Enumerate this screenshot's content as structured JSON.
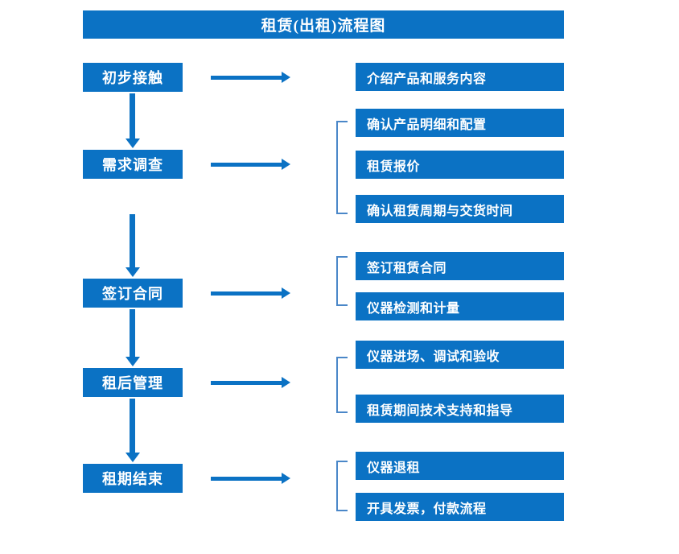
{
  "title": "租赁(出租)流程图",
  "colors": {
    "box_blue": "#0B72C4",
    "bracket_blue": "#4A87C8",
    "text_white": "#FFFFFF",
    "background": "#FFFFFF"
  },
  "stages": [
    {
      "label": "初步接触"
    },
    {
      "label": "需求调查"
    },
    {
      "label": "签订合同"
    },
    {
      "label": "租后管理"
    },
    {
      "label": "租期结束"
    }
  ],
  "details": [
    {
      "label": "介绍产品和服务内容"
    },
    {
      "label": "确认产品明细和配置"
    },
    {
      "label": "租赁报价"
    },
    {
      "label": "确认租赁周期与交货时间"
    },
    {
      "label": "签订租赁合同"
    },
    {
      "label": "仪器检测和计量"
    },
    {
      "label": "仪器进场、调试和验收"
    },
    {
      "label": "租赁期间技术支持和指导"
    },
    {
      "label": "仪器退租"
    },
    {
      "label": "开具发票，付款流程"
    }
  ],
  "groups": [
    {
      "stage": "初步接触",
      "detail_labels": [
        "介绍产品和服务内容"
      ],
      "bracket": false
    },
    {
      "stage": "需求调查",
      "detail_labels": [
        "确认产品明细和配置",
        "租赁报价",
        "确认租赁周期与交货时间"
      ],
      "bracket": true
    },
    {
      "stage": "签订合同",
      "detail_labels": [
        "签订租赁合同",
        "仪器检测和计量"
      ],
      "bracket": true
    },
    {
      "stage": "租后管理",
      "detail_labels": [
        "仪器进场、调试和验收",
        "租赁期间技术支持和指导"
      ],
      "bracket": true
    },
    {
      "stage": "租期结束",
      "detail_labels": [
        "仪器退租",
        "开具发票，付款流程"
      ],
      "bracket": true
    }
  ],
  "flow_arrows": {
    "vertical_count": 4,
    "horizontal_count": 5,
    "direction_vertical": "down",
    "direction_horizontal": "right"
  }
}
